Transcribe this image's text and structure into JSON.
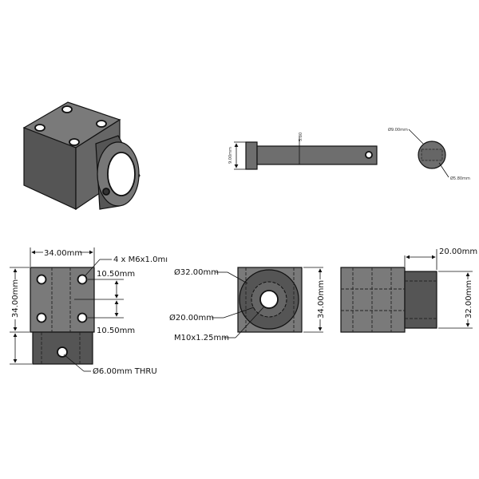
{
  "pin_view": {
    "length_dim": "9.00mm",
    "shaft_dim": "5.80"
  },
  "pin_end_view": {
    "outer_dim": "Ø9.00mm",
    "inner_dim": "Ø5.80mm"
  },
  "front_view": {
    "width_dim": "34.00mm",
    "height_dim": "34.00mm",
    "thread_callout": "4 x M6x1.0mı",
    "spacing_top": "10.50mm",
    "spacing_bottom": "10.50mm",
    "thru_hole": "Ø6.00mm THRU"
  },
  "top_view": {
    "outer_dia": "Ø32.00mm",
    "inner_dia": "Ø20.00mm",
    "thread": "M10x1.25mm",
    "height_dim": "34.00mm"
  },
  "side_view": {
    "boss_length": "20.00mm",
    "boss_dia": "32.00mm"
  }
}
